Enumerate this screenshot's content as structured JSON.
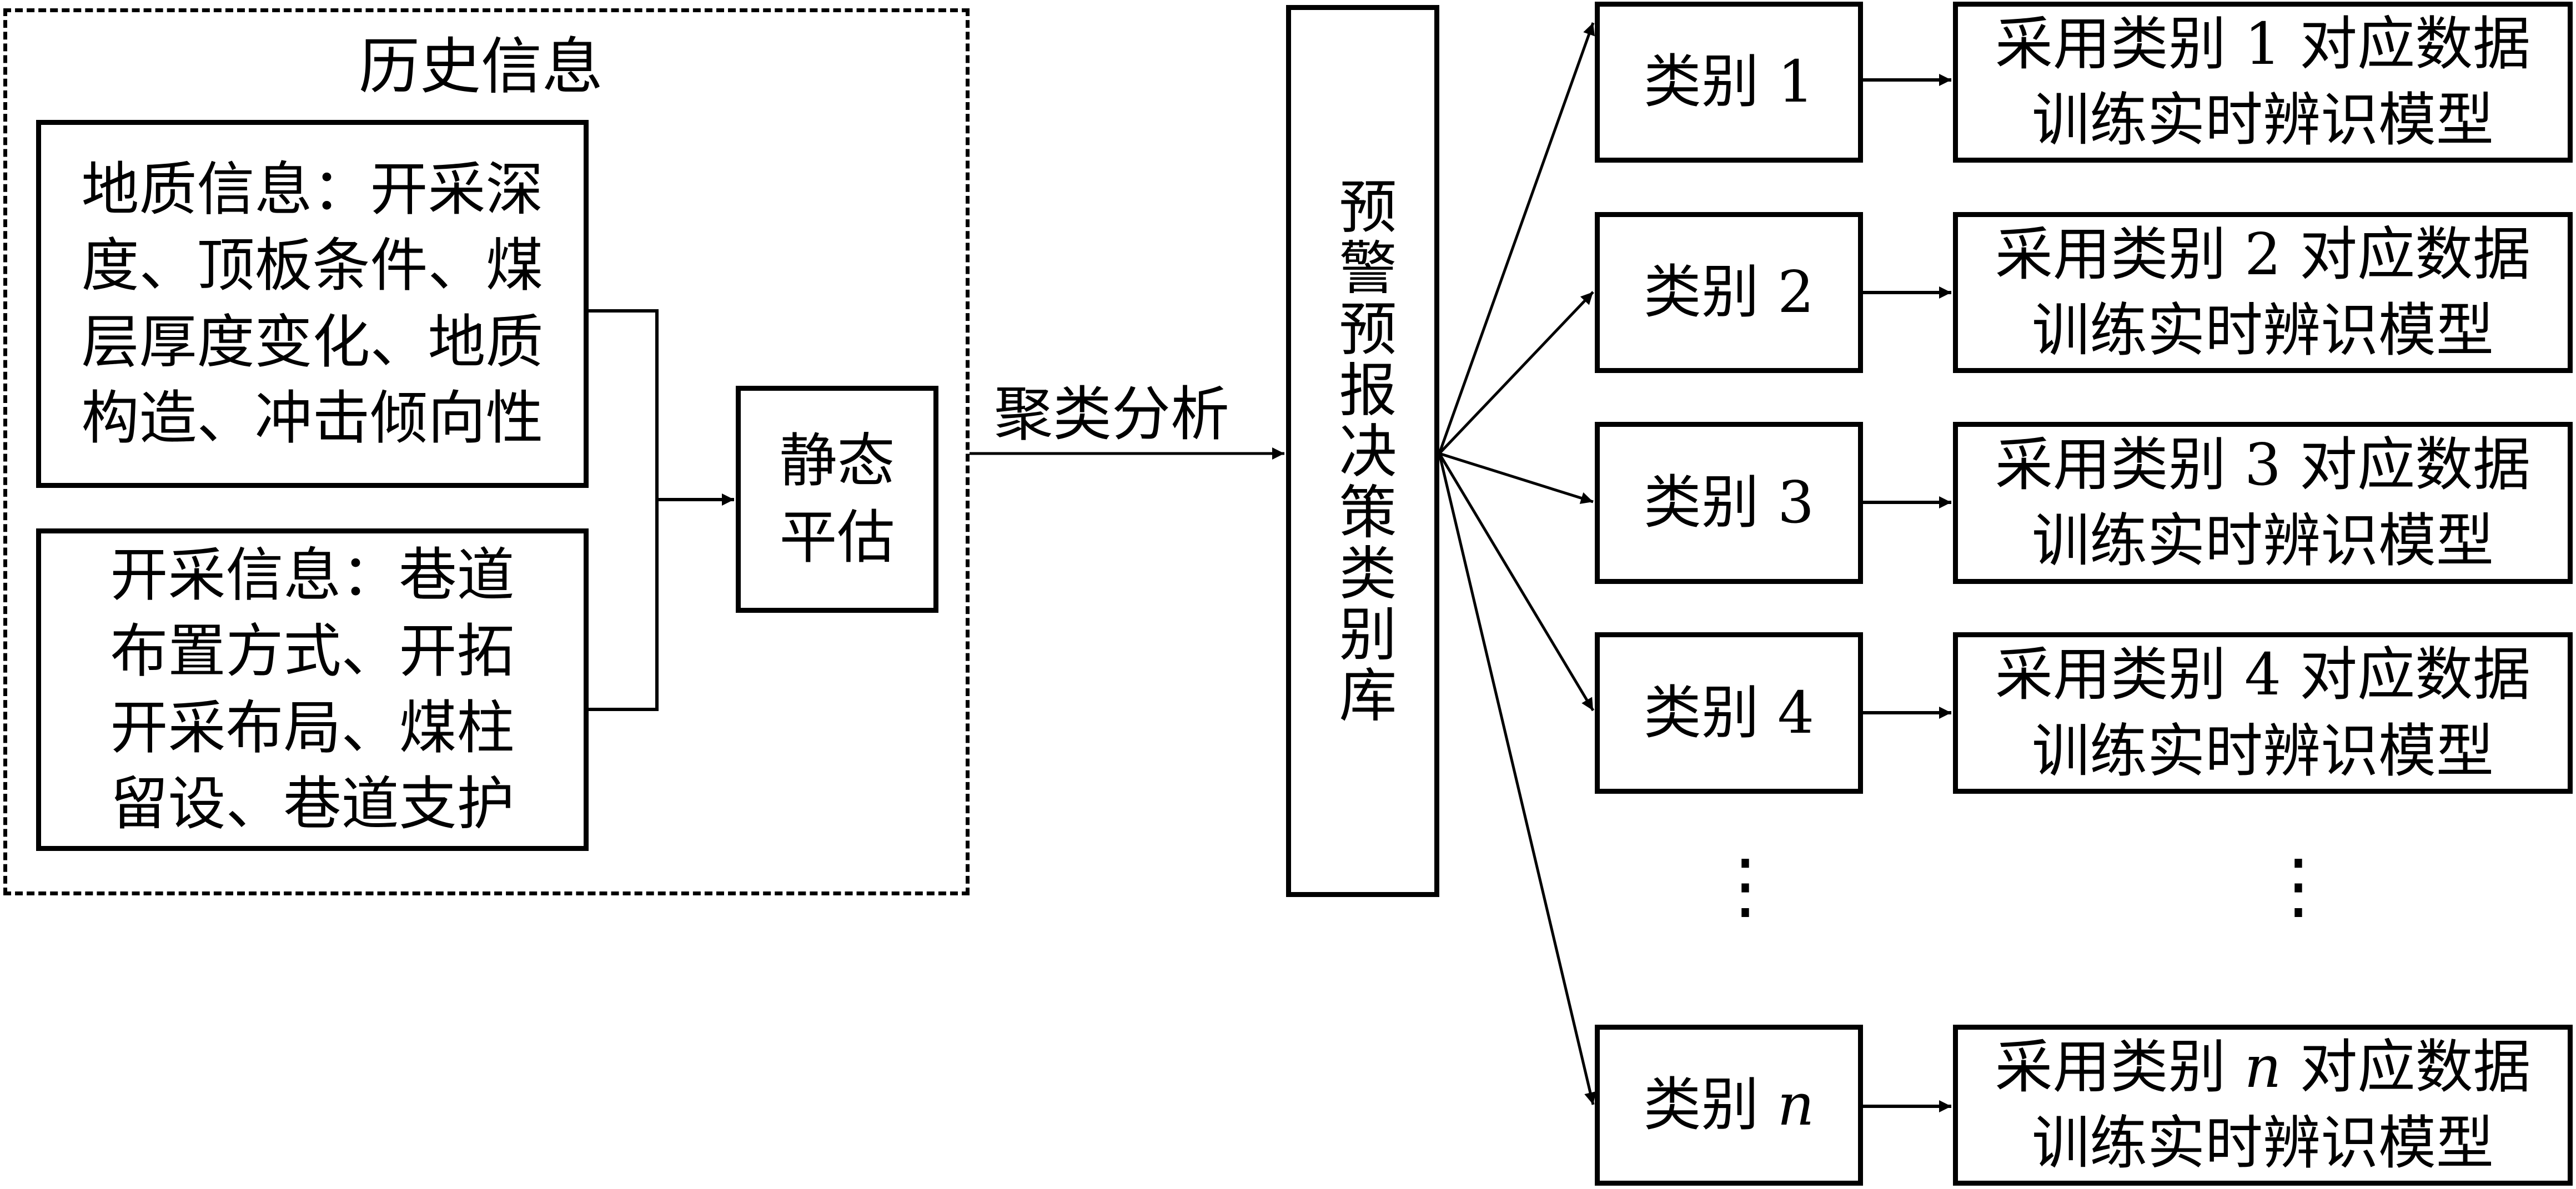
{
  "history": {
    "title": "历史信息",
    "geology": {
      "lines": [
        "地质信息：开采深",
        "度、顶板条件、煤",
        "层厚度变化、地质",
        "构造、冲击倾向性"
      ]
    },
    "mining": {
      "lines": [
        "开采信息：巷道",
        "布置方式、开拓",
        "开采布局、煤柱",
        "留设、巷道支护"
      ]
    }
  },
  "static_eval": {
    "lines": [
      "静态",
      "平估"
    ]
  },
  "arrow_label": "聚类分析",
  "decision_library": {
    "label": "预警预报决策类别库"
  },
  "categories": [
    {
      "prefix": "类别 ",
      "id": "1",
      "italic": false,
      "model_prefix": "采用类别 ",
      "model_suffix": " 对应数据",
      "model_line2": "训练实时辨识模型"
    },
    {
      "prefix": "类别 ",
      "id": "2",
      "italic": false,
      "model_prefix": "采用类别 ",
      "model_suffix": " 对应数据",
      "model_line2": "训练实时辨识模型"
    },
    {
      "prefix": "类别 ",
      "id": "3",
      "italic": false,
      "model_prefix": "采用类别 ",
      "model_suffix": " 对应数据",
      "model_line2": "训练实时辨识模型"
    },
    {
      "prefix": "类别 ",
      "id": "4",
      "italic": false,
      "model_prefix": "采用类别 ",
      "model_suffix": " 对应数据",
      "model_line2": "训练实时辨识模型"
    },
    {
      "prefix": "类别 ",
      "id": "n",
      "italic": true,
      "model_prefix": "采用类别 ",
      "model_suffix": " 对应数据",
      "model_line2": "训练实时辨识模型"
    }
  ],
  "ellipsis": "⋮"
}
